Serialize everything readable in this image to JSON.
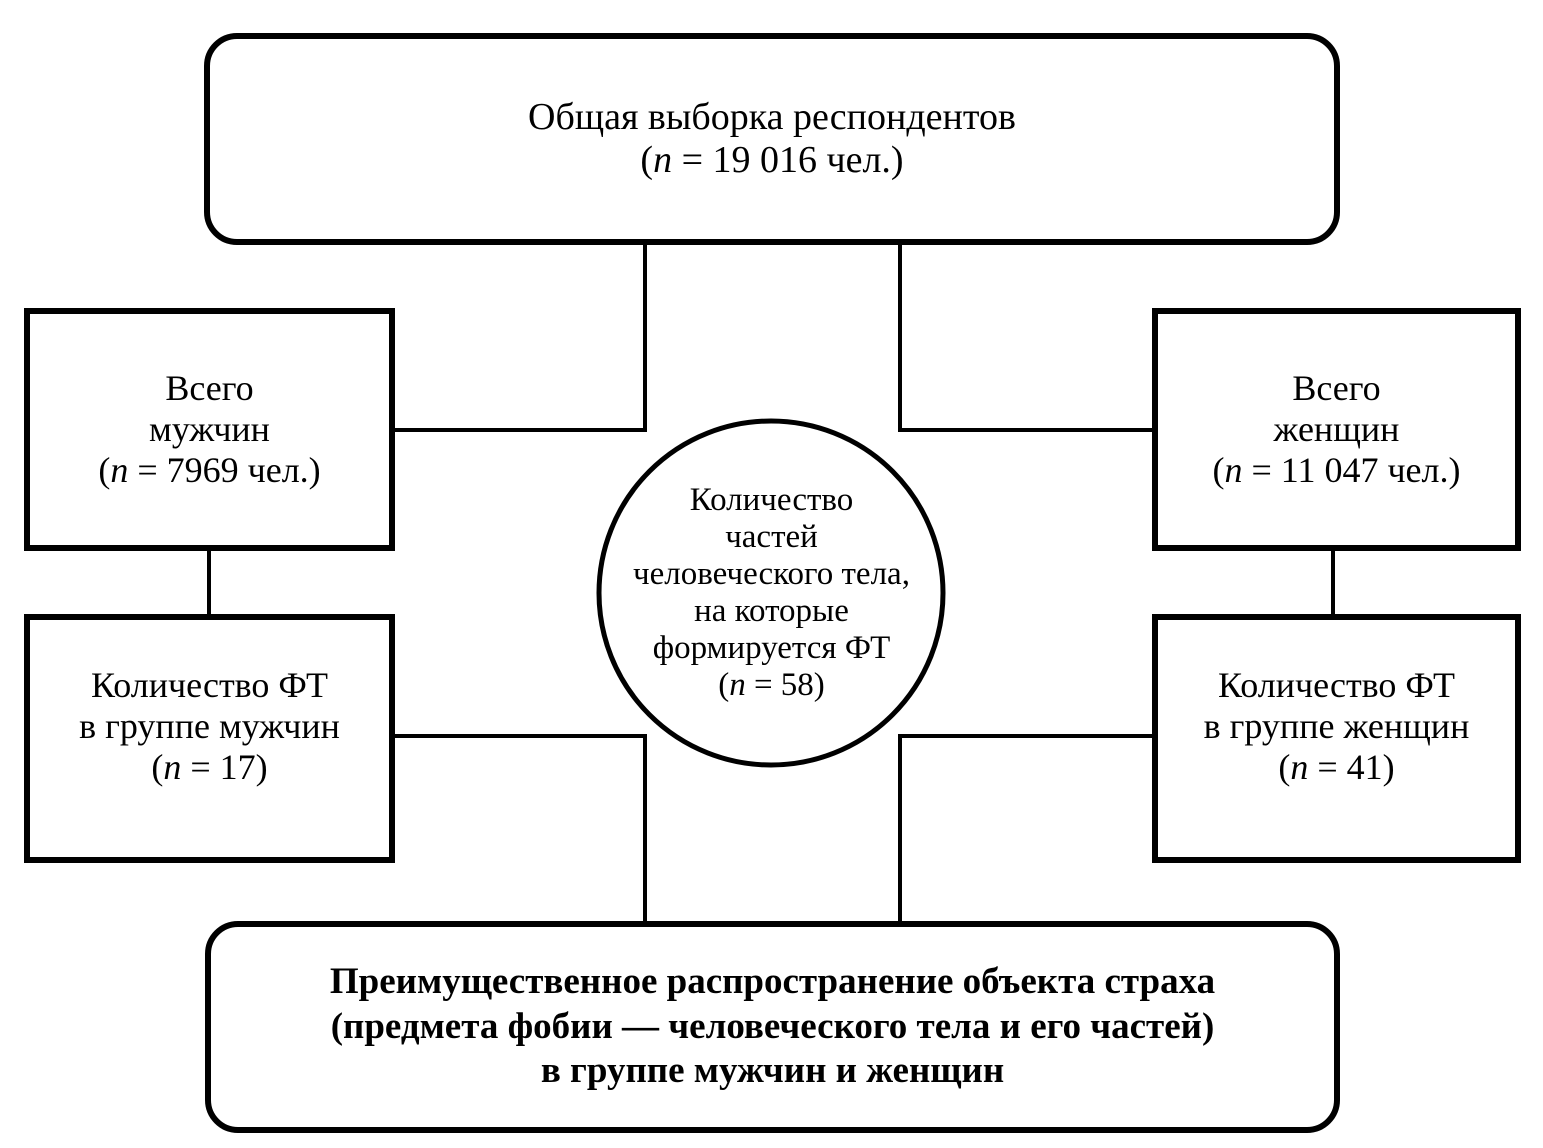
{
  "diagram": {
    "type": "flow-diagram",
    "language": "ru",
    "background_color": "#ffffff",
    "stroke_color": "#000000",
    "nodes": {
      "root": {
        "shape": "rounded-rectangle",
        "lines": [
          "Общая выборка респондентов",
          "(",
          "n",
          " = 19 016 чел.)"
        ],
        "line1": "Общая выборка респондентов",
        "line2_open": "(",
        "line2_var": "n",
        "line2_rest": " = 19 016 чел.)",
        "n_value": "19 016",
        "unit": "чел."
      },
      "males": {
        "shape": "rectangle",
        "line1": "Всего",
        "line2": "мужчин",
        "line3_open": "(",
        "line3_var": "n",
        "line3_rest": " = 7969 чел.)",
        "n_value": "7969",
        "unit": "чел."
      },
      "females": {
        "shape": "rectangle",
        "line1": "Всего",
        "line2": "женщин",
        "line3_open": "(",
        "line3_var": "n",
        "line3_rest": " = 11 047 чел.)",
        "n_value": "11 047",
        "unit": "чел."
      },
      "males_ft": {
        "shape": "rectangle",
        "line1": "Количество ФТ",
        "line2": "в группе мужчин",
        "line3_open": "(",
        "line3_var": "n",
        "line3_rest": " = 17)",
        "n_value": "17"
      },
      "females_ft": {
        "shape": "rectangle",
        "line1": "Количество ФТ",
        "line2": "в группе женщин",
        "line3_open": "(",
        "line3_var": "n",
        "line3_rest": " = 41)",
        "n_value": "41"
      },
      "center": {
        "shape": "circle",
        "line1": "Количество",
        "line2": "частей",
        "line3": "человеческого тела,",
        "line4": "на которые",
        "line5": "формируется ФТ",
        "line6_open": "(",
        "line6_var": "n",
        "line6_rest": " = 58)",
        "n_value": "58"
      },
      "conclusion": {
        "shape": "rounded-rectangle",
        "line1": "Преимущественное распространение объекта страха",
        "line2": "(предмета фобии — человеческого тела и его частей)",
        "line3": "в группе мужчин и женщин"
      }
    },
    "edges": [
      {
        "from": "root",
        "to": "males"
      },
      {
        "from": "root",
        "to": "females"
      },
      {
        "from": "males",
        "to": "males_ft"
      },
      {
        "from": "females",
        "to": "females_ft"
      },
      {
        "from": "males_ft",
        "to": "conclusion"
      },
      {
        "from": "females_ft",
        "to": "conclusion"
      }
    ]
  }
}
